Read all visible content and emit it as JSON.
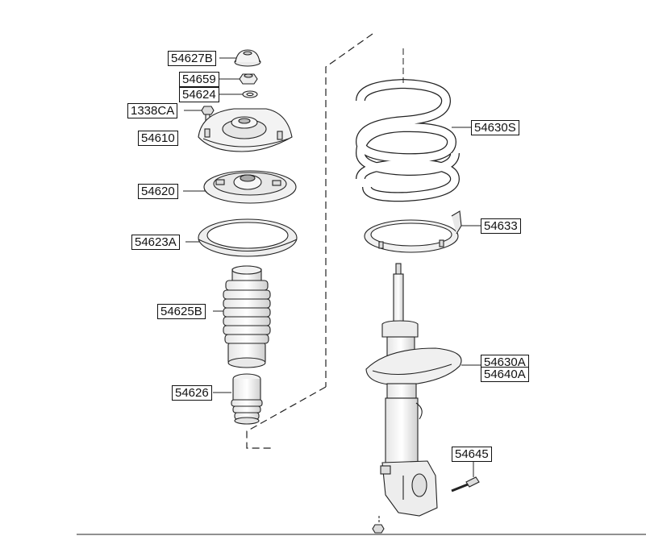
{
  "diagram": {
    "parts": [
      {
        "id": "p1",
        "code": "54627B"
      },
      {
        "id": "p2",
        "code": "54659"
      },
      {
        "id": "p3",
        "code": "54624"
      },
      {
        "id": "p4",
        "code": "1338CA"
      },
      {
        "id": "p5",
        "code": "54610"
      },
      {
        "id": "p6",
        "code": "54620"
      },
      {
        "id": "p7",
        "code": "54623A"
      },
      {
        "id": "p8",
        "code": "54625B"
      },
      {
        "id": "p9",
        "code": "54626"
      },
      {
        "id": "p10",
        "code": "54630S"
      },
      {
        "id": "p11",
        "code": "54633"
      },
      {
        "id": "p12",
        "code": "54630A"
      },
      {
        "id": "p13",
        "code": "54640A"
      },
      {
        "id": "p14",
        "code": "54645"
      }
    ]
  }
}
